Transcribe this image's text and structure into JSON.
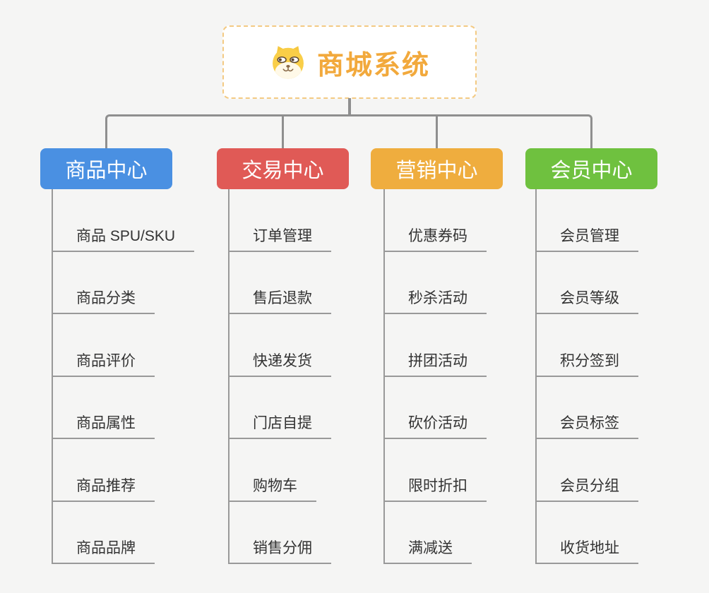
{
  "root": {
    "title": "商城系统"
  },
  "branches": [
    {
      "id": "product-center",
      "label": "商品中心",
      "color": "#4A90E2",
      "items": [
        "商品 SPU/SKU",
        "商品分类",
        "商品评价",
        "商品属性",
        "商品推荐",
        "商品品牌"
      ]
    },
    {
      "id": "trade-center",
      "label": "交易中心",
      "color": "#E05A56",
      "items": [
        "订单管理",
        "售后退款",
        "快递发货",
        "门店自提",
        "购物车",
        "销售分佣"
      ]
    },
    {
      "id": "marketing-center",
      "label": "营销中心",
      "color": "#EFAD3E",
      "items": [
        "优惠券码",
        "秒杀活动",
        "拼团活动",
        "砍价活动",
        "限时折扣",
        "满减送"
      ]
    },
    {
      "id": "member-center",
      "label": "会员中心",
      "color": "#6FC13F",
      "items": [
        "会员管理",
        "会员等级",
        "积分签到",
        "会员标签",
        "会员分组",
        "收货地址"
      ]
    }
  ],
  "colors": {
    "background": "#F5F5F4",
    "root_text": "#F2A93C",
    "root_border": "#F3CA83",
    "connector": "#8F8F8F",
    "leaf_line": "#999999",
    "leaf_text": "#333333"
  },
  "icons": {
    "root": "doge-face-icon"
  }
}
